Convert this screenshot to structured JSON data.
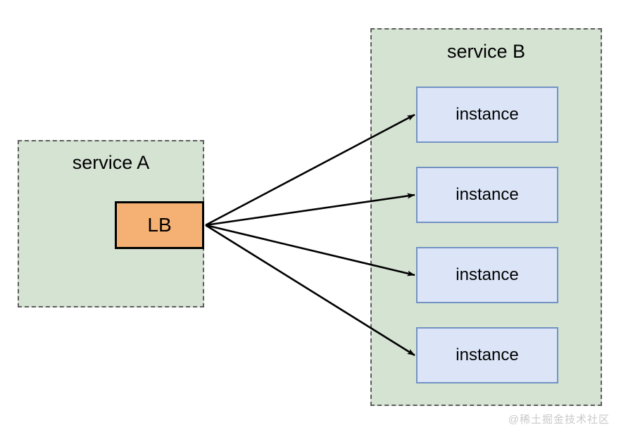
{
  "diagram": {
    "title": "load balancer fan-out from service A to service B instances",
    "background_color": "#ffffff"
  },
  "service_a": {
    "label": "service A",
    "fill_color": "#d5e3d3",
    "border_color": "#5c5c5c",
    "node": {
      "label": "LB",
      "fill_color": "#f5b173",
      "border_color": "#000000"
    }
  },
  "service_b": {
    "label": "service B",
    "fill_color": "#d5e3d3",
    "border_color": "#5c5c5c",
    "instance_fill_color": "#dce5f7",
    "instance_border_color": "#7292c4",
    "instances": [
      {
        "label": "instance"
      },
      {
        "label": "instance"
      },
      {
        "label": "instance"
      },
      {
        "label": "instance"
      }
    ]
  },
  "connectors": {
    "color": "#000000",
    "source": "LB",
    "targets": [
      "instance",
      "instance",
      "instance",
      "instance"
    ]
  },
  "watermark": {
    "text": "@稀土掘金技术社区",
    "color": "#c9c9c9"
  }
}
